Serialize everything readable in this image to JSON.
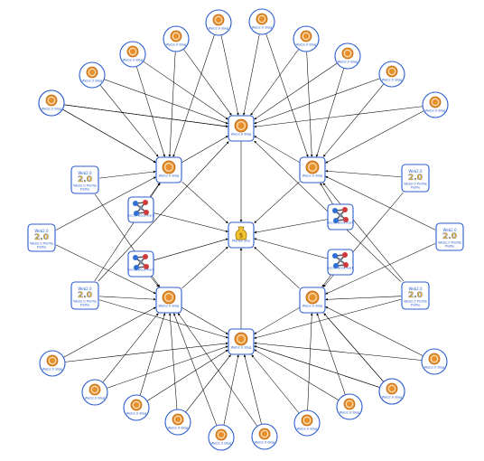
{
  "colors": {
    "node_border": "#2b5ccd",
    "coin": "#e8902c",
    "coin_dark": "#b8620e",
    "label": "#2b5ccd",
    "edge": "#000000"
  },
  "nodes": [
    {
      "id": "c1",
      "kind": "circle",
      "icon": "coin-icon",
      "label": "Web2.0 Blog"
    },
    {
      "id": "c2",
      "kind": "circle",
      "icon": "coin-icon",
      "label": "Web2.0 Blog"
    },
    {
      "id": "c3",
      "kind": "circle",
      "icon": "coin-icon",
      "label": "Web2.0 Blog"
    },
    {
      "id": "c4",
      "kind": "circle",
      "icon": "coin-icon",
      "label": "Web2.0 Blog"
    },
    {
      "id": "c5",
      "kind": "circle",
      "icon": "coin-icon",
      "label": "Web2.0 Blog"
    },
    {
      "id": "c6",
      "kind": "circle",
      "icon": "coin-icon",
      "label": "Web2.0 Blog"
    },
    {
      "id": "c7",
      "kind": "circle",
      "icon": "coin-icon",
      "label": "Web2.0 Blog"
    },
    {
      "id": "c8",
      "kind": "circle",
      "icon": "coin-icon",
      "label": "Web2.0 Blog"
    },
    {
      "id": "c9",
      "kind": "circle",
      "icon": "coin-icon",
      "label": "Web2.0 Blog"
    },
    {
      "id": "c10",
      "kind": "circle",
      "icon": "coin-icon",
      "label": "Web2.0 Blog"
    },
    {
      "id": "c11",
      "kind": "circle",
      "icon": "coin-icon",
      "label": "Web2.0 Blog"
    },
    {
      "id": "c12",
      "kind": "circle",
      "icon": "coin-icon",
      "label": "Web2.0 Blog"
    },
    {
      "id": "c13",
      "kind": "circle",
      "icon": "coin-icon",
      "label": "Web2.0 Blog"
    },
    {
      "id": "c14",
      "kind": "circle",
      "icon": "coin-icon",
      "label": "Web2.0 Blog"
    },
    {
      "id": "c15",
      "kind": "circle",
      "icon": "coin-icon",
      "label": "Web2.0 Blog"
    },
    {
      "id": "c16",
      "kind": "circle",
      "icon": "coin-icon",
      "label": "Web2.0 Blog"
    },
    {
      "id": "c17",
      "kind": "circle",
      "icon": "coin-icon",
      "label": "Web2.0 Blog"
    },
    {
      "id": "c18",
      "kind": "circle",
      "icon": "coin-icon",
      "label": "Web2.0 Blog"
    },
    {
      "id": "c19",
      "kind": "circle",
      "icon": "coin-icon",
      "label": "Web2.0 Blog"
    },
    {
      "id": "c20",
      "kind": "circle",
      "icon": "coin-icon",
      "label": "Web2.0 Blog"
    },
    {
      "id": "c21",
      "kind": "circle",
      "icon": "coin-icon",
      "label": "Web2.0 Blog"
    },
    {
      "id": "c22",
      "kind": "circle",
      "icon": "coin-icon",
      "label": "Web2.0 Blog"
    },
    {
      "id": "top",
      "kind": "square",
      "icon": "coin-icon",
      "label": "Web2.0 Blog"
    },
    {
      "id": "bottom",
      "kind": "square",
      "icon": "coin-icon",
      "label": "Web2.0 Blog"
    },
    {
      "id": "ul",
      "kind": "square",
      "icon": "coin-icon",
      "label": "Web2.0 Blog"
    },
    {
      "id": "ur",
      "kind": "square",
      "icon": "coin-icon",
      "label": "Web2.0 Blog"
    },
    {
      "id": "ll",
      "kind": "square",
      "icon": "coin-icon",
      "label": "Web2.0 Blog"
    },
    {
      "id": "lr",
      "kind": "square",
      "icon": "coin-icon",
      "label": "Web2.0 Blog"
    },
    {
      "id": "center",
      "kind": "square",
      "icon": "money-bag-icon",
      "label": "Money Site"
    },
    {
      "id": "s1",
      "kind": "square",
      "icon": "network-icon",
      "label": "Social Bookmark"
    },
    {
      "id": "s2",
      "kind": "square",
      "icon": "network-icon",
      "label": "Social Bookmark"
    },
    {
      "id": "s3",
      "kind": "square",
      "icon": "network-icon",
      "label": "Social Bookmark"
    },
    {
      "id": "s4",
      "kind": "square",
      "icon": "network-icon",
      "label": "Social Bookmark"
    },
    {
      "id": "p1",
      "kind": "square",
      "icon": "web2-icon",
      "label": "Web2.0 Profile",
      "title": "Web2.0",
      "sublabel": "Profile"
    },
    {
      "id": "p2",
      "kind": "square",
      "icon": "web2-icon",
      "label": "Web2.0 Profile",
      "title": "Web2.0",
      "sublabel": "Profile"
    },
    {
      "id": "p3",
      "kind": "square",
      "icon": "web2-icon",
      "label": "Web2.0 Profile",
      "title": "Web2.0",
      "sublabel": "Profile"
    },
    {
      "id": "p4",
      "kind": "square",
      "icon": "web2-icon",
      "label": "Web2.0 Profile",
      "title": "Web2.0",
      "sublabel": "Profile"
    },
    {
      "id": "p5",
      "kind": "square",
      "icon": "web2-icon",
      "label": "Web2.0 Profile",
      "title": "Web2.0",
      "sublabel": "Profile"
    },
    {
      "id": "p6",
      "kind": "square",
      "icon": "web2-icon",
      "label": "Web2.0 Profile",
      "title": "Web2.0",
      "sublabel": "Profile"
    }
  ],
  "edges": [
    [
      "c1",
      "top"
    ],
    [
      "c1",
      "ul"
    ],
    [
      "c2",
      "top"
    ],
    [
      "c2",
      "ul"
    ],
    [
      "c3",
      "top"
    ],
    [
      "c3",
      "ul"
    ],
    [
      "c4",
      "top"
    ],
    [
      "c4",
      "ul"
    ],
    [
      "c5",
      "top"
    ],
    [
      "c5",
      "ul"
    ],
    [
      "c6",
      "top"
    ],
    [
      "c6",
      "ul"
    ],
    [
      "c7",
      "top"
    ],
    [
      "c7",
      "ur"
    ],
    [
      "c8",
      "top"
    ],
    [
      "c8",
      "ur"
    ],
    [
      "c9",
      "top"
    ],
    [
      "c9",
      "ur"
    ],
    [
      "c10",
      "top"
    ],
    [
      "c10",
      "ur"
    ],
    [
      "c11",
      "top"
    ],
    [
      "c11",
      "ur"
    ],
    [
      "c12",
      "bottom"
    ],
    [
      "c12",
      "ll"
    ],
    [
      "c13",
      "bottom"
    ],
    [
      "c13",
      "ll"
    ],
    [
      "c14",
      "bottom"
    ],
    [
      "c14",
      "ll"
    ],
    [
      "c15",
      "bottom"
    ],
    [
      "c15",
      "ll"
    ],
    [
      "c16",
      "bottom"
    ],
    [
      "c16",
      "ll"
    ],
    [
      "c17",
      "bottom"
    ],
    [
      "c17",
      "ll"
    ],
    [
      "c18",
      "bottom"
    ],
    [
      "c18",
      "lr"
    ],
    [
      "c19",
      "bottom"
    ],
    [
      "c19",
      "lr"
    ],
    [
      "c20",
      "bottom"
    ],
    [
      "c20",
      "lr"
    ],
    [
      "c21",
      "bottom"
    ],
    [
      "c21",
      "lr"
    ],
    [
      "c22",
      "bottom"
    ],
    [
      "c22",
      "lr"
    ],
    [
      "p1",
      "ul"
    ],
    [
      "p1",
      "ll"
    ],
    [
      "p2",
      "ul"
    ],
    [
      "p2",
      "ll"
    ],
    [
      "p3",
      "ul"
    ],
    [
      "p3",
      "ll"
    ],
    [
      "p3",
      "top"
    ],
    [
      "p3",
      "bottom"
    ],
    [
      "p4",
      "ur"
    ],
    [
      "p4",
      "lr"
    ],
    [
      "p5",
      "ur"
    ],
    [
      "p5",
      "lr"
    ],
    [
      "p6",
      "ur"
    ],
    [
      "p6",
      "lr"
    ],
    [
      "p6",
      "top"
    ],
    [
      "p6",
      "bottom"
    ],
    [
      "s1",
      "ul"
    ],
    [
      "s1",
      "center"
    ],
    [
      "s2",
      "ll"
    ],
    [
      "s2",
      "center"
    ],
    [
      "s3",
      "ur"
    ],
    [
      "s3",
      "center"
    ],
    [
      "s4",
      "lr"
    ],
    [
      "s4",
      "center"
    ],
    [
      "ul",
      "top"
    ],
    [
      "ur",
      "top"
    ],
    [
      "ll",
      "bottom"
    ],
    [
      "lr",
      "bottom"
    ],
    [
      "ul",
      "center"
    ],
    [
      "ur",
      "center"
    ],
    [
      "ll",
      "center"
    ],
    [
      "lr",
      "center"
    ],
    [
      "top",
      "center"
    ],
    [
      "bottom",
      "center"
    ]
  ]
}
